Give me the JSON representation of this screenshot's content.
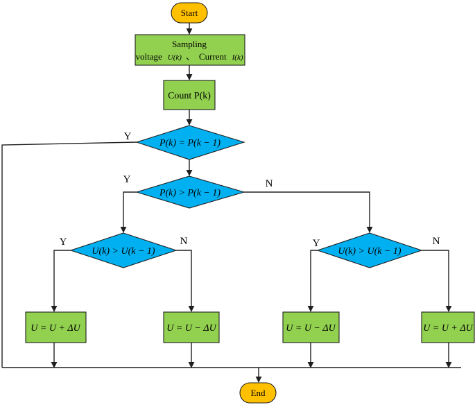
{
  "nodes": {
    "start": "Start",
    "sampling_title": "Sampling",
    "sampling_voltage": "voltage",
    "sampling_u": "U(k)",
    "sampling_sep": "、",
    "sampling_current": "Current",
    "sampling_i": "I(k)",
    "count": "Count P(k)",
    "dec_equal": "P(k) = P(k − 1)",
    "dec_power": "P(k) > P(k − 1)",
    "dec_volt_left": "U(k) > U(k − 1)",
    "dec_volt_right": "U(k) > U(k − 1)",
    "act_1": "U = U + ΔU",
    "act_2": "U = U − ΔU",
    "act_3": "U = U − ΔU",
    "act_4": "U = U + ΔU",
    "end": "End"
  },
  "branch_labels": {
    "eq_yes": "Y",
    "pw_yes": "Y",
    "pw_no": "N",
    "vl_yes": "Y",
    "vl_no": "N",
    "vr_yes": "Y",
    "vr_no": "N"
  },
  "colors": {
    "process": "#92D050",
    "decision": "#00B0F0",
    "terminal": "#FFC000"
  }
}
